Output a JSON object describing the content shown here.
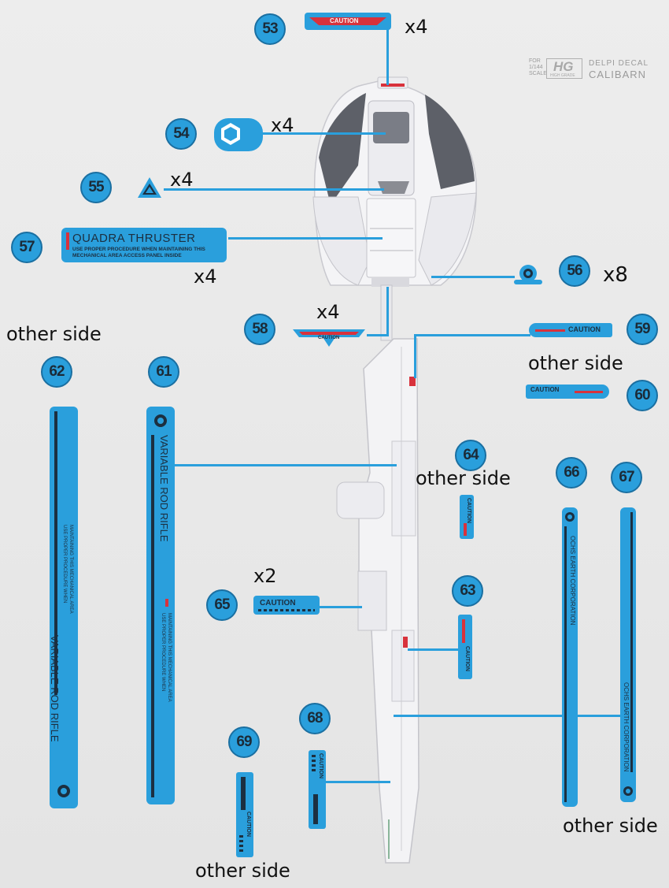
{
  "brand": {
    "for_label": "FOR",
    "scale_value": "1/144",
    "scale_label": "SCALE",
    "grade": "HG",
    "grade_sub": "HIGH GRADE",
    "maker": "DELPI DECAL",
    "model": "CALIBARN"
  },
  "callouts": [
    {
      "id": "53",
      "number": "53",
      "multiplier": "x4"
    },
    {
      "id": "54",
      "number": "54",
      "multiplier": "x4"
    },
    {
      "id": "55",
      "number": "55",
      "multiplier": "x4"
    },
    {
      "id": "57",
      "number": "57",
      "multiplier": "x4"
    },
    {
      "id": "56",
      "number": "56",
      "multiplier": "x8"
    },
    {
      "id": "58",
      "number": "58",
      "multiplier": "x4"
    },
    {
      "id": "59",
      "number": "59",
      "multiplier": ""
    },
    {
      "id": "60",
      "number": "60",
      "multiplier": ""
    },
    {
      "id": "62",
      "number": "62",
      "multiplier": ""
    },
    {
      "id": "61",
      "number": "61",
      "multiplier": ""
    },
    {
      "id": "64",
      "number": "64",
      "multiplier": ""
    },
    {
      "id": "66",
      "number": "66",
      "multiplier": ""
    },
    {
      "id": "67",
      "number": "67",
      "multiplier": ""
    },
    {
      "id": "65",
      "number": "65",
      "multiplier": "x2"
    },
    {
      "id": "63",
      "number": "63",
      "multiplier": ""
    },
    {
      "id": "68",
      "number": "68",
      "multiplier": ""
    },
    {
      "id": "69",
      "number": "69",
      "multiplier": ""
    }
  ],
  "notes": {
    "other_side": "other side"
  },
  "decal_text": {
    "caution": "CAUTION",
    "quadra_title": "QUADRA THRUSTER",
    "quadra_line1": "USE PROPER PROCEDURE WHEN MAINTAINING THIS",
    "quadra_line2": "MECHANICAL AREA ACCESS PANEL INSIDE",
    "rod_rifle": "VARIABLE ROD RIFLE",
    "ochs": "OCHS EARTH CORPORATION",
    "maint_line1": "MAINTAINING THIS MECHANICAL AREA",
    "maint_line2": "USE PROPER PROCEDURE WHEN"
  },
  "colors": {
    "decal_blue": "#2a9fdc",
    "decal_dark": "#1c2f40",
    "accent_red": "#d8323c",
    "background": "#e9e9e9"
  }
}
